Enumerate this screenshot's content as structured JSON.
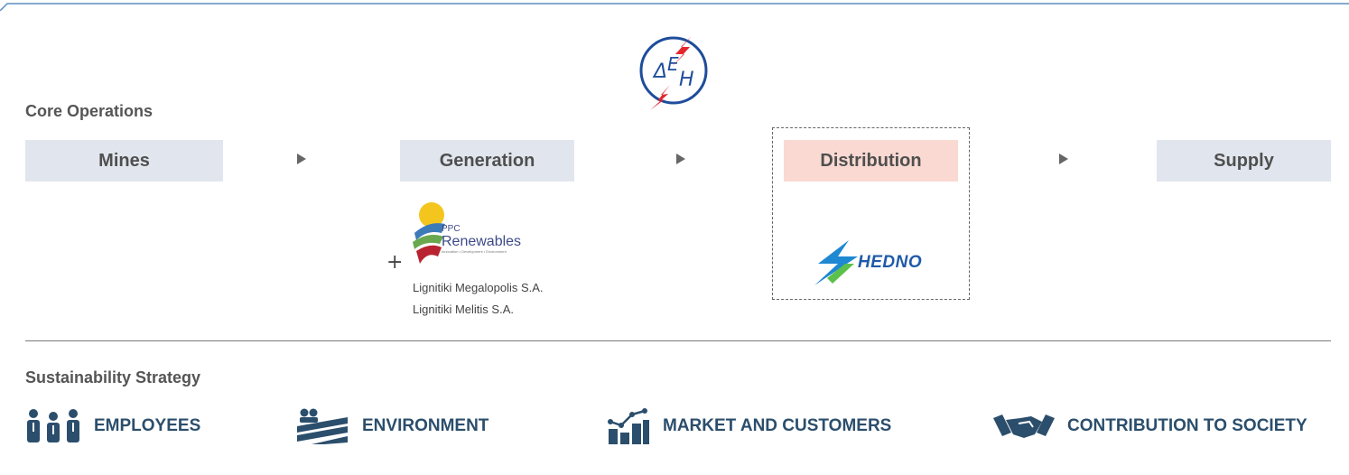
{
  "logo": {
    "name": "ppc-logo",
    "letters": "ΔΕΗ",
    "colors": {
      "ring": "#1e4d9c",
      "bolt": "#e3262c"
    }
  },
  "core": {
    "title": "Core Operations",
    "stages": [
      {
        "label": "Mines"
      },
      {
        "label": "Generation"
      },
      {
        "label": "Distribution"
      },
      {
        "label": "Supply"
      }
    ],
    "generation_sub": {
      "logo_text_1": "PPC",
      "logo_text_2": "Renewables",
      "logo_text_3": "Innovation • Development • Environment",
      "plus": "+",
      "subsidiaries": [
        "Lignitiki Megalopolis S.A.",
        "Lignitiki Melitis S.A."
      ]
    },
    "distribution_sub": {
      "logo_text": "HEDNO"
    }
  },
  "sustainability": {
    "title": "Sustainability Strategy",
    "pillars": [
      {
        "label": "EMPLOYEES",
        "icon": "employees-icon"
      },
      {
        "label": "ENVIRONMENT",
        "icon": "environment-icon"
      },
      {
        "label": "MARKET AND CUSTOMERS",
        "icon": "market-icon"
      },
      {
        "label": "CONTRIBUTION TO SOCIETY",
        "icon": "handshake-icon"
      }
    ]
  },
  "colors": {
    "stage_bg": "#e1e6ee",
    "stage_highlight_bg": "#f9d9d2",
    "pillar_text": "#2b4e6c",
    "frame_line": "#5b8fc4"
  }
}
